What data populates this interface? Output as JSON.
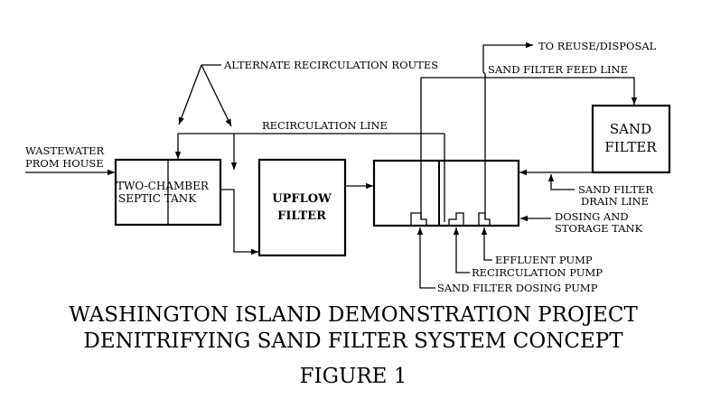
{
  "labels": {
    "reuse": "TO REUSE/DISPOSAL",
    "alternate": "ALTERNATE RECIRCULATION ROUTES",
    "feed_line": "SAND FILTER FEED LINE",
    "recirc_line": "RECIRCULATION LINE",
    "wastewater_1": "WASTEWATER",
    "wastewater_2": "PROM HOUSE",
    "drain_1": "SAND FILTER",
    "drain_2": "DRAIN LINE",
    "dosing_1": "DOSING AND",
    "dosing_2": "STORAGE TANK",
    "effluent_pump": "EFFLUENT PUMP",
    "recirc_pump": "RECIRCULATION PUMP",
    "dosing_pump": "SAND FILTER DOSING PUMP"
  },
  "boxes": {
    "septic_1": "TWO-CHAMBER",
    "septic_2": "SEPTIC TANK",
    "upflow_1": "UPFLOW",
    "upflow_2": "FILTER",
    "sand_1": "SAND",
    "sand_2": "FILTER"
  },
  "title": {
    "line1": "WASHINGTON ISLAND DEMONSTRATION PROJECT",
    "line2": "DENITRIFYING SAND FILTER SYSTEM CONCEPT",
    "line3": "FIGURE 1"
  }
}
